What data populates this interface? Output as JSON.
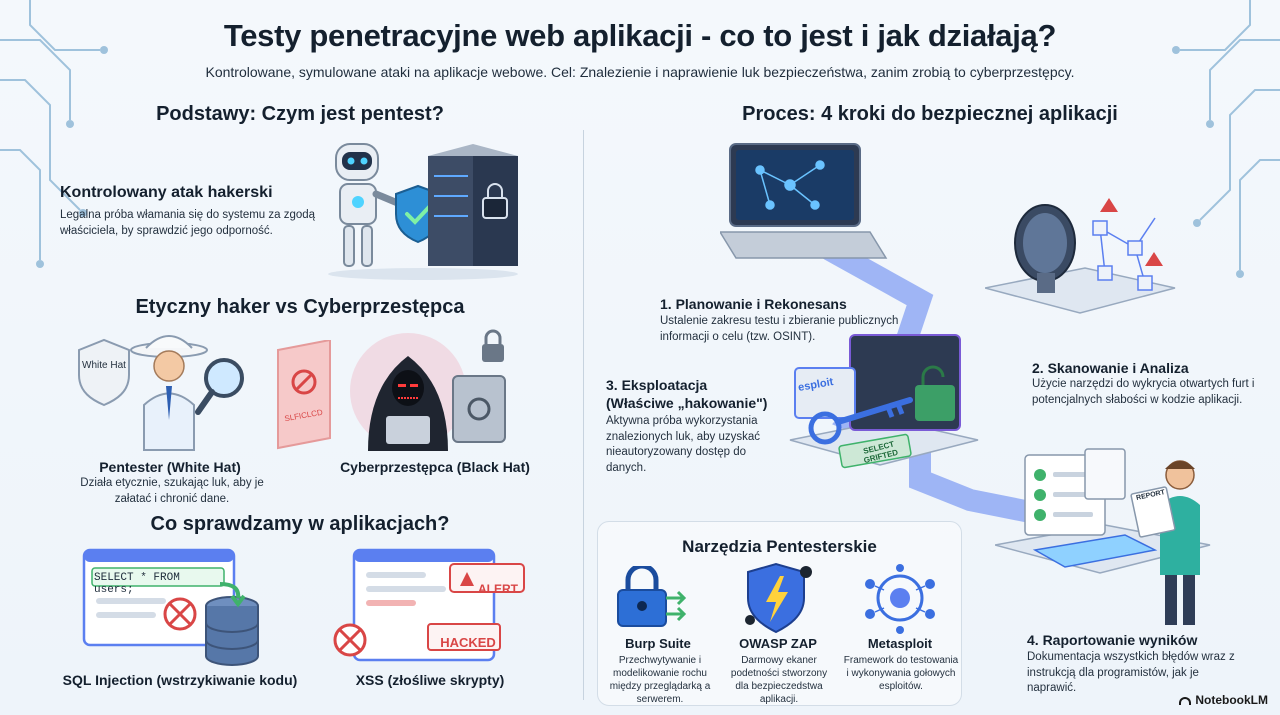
{
  "header": {
    "title": "Testy penetracyjne web aplikacji - co to jest i jak działają?",
    "subtitle": "Kontrolowane, symulowane ataki na aplikacje webowe. Cel: Znalezienie i naprawienie luk bezpieczeństwa, zanim zrobią to cyberprzestępcy."
  },
  "left": {
    "basics_heading": "Podstawy: Czym jest pentest?",
    "attack": {
      "title": "Kontrolowany atak hakerski",
      "desc": "Legalna próba włamania się do systemu za zgodą właściciela, by sprawdzić jego odporność."
    },
    "versus_heading": "Etyczny haker vs Cyberprzestępca",
    "whitehat": {
      "badge": "White Hat",
      "title": "Pentester (White Hat)",
      "desc": "Działa etycznie, szukając luk, aby je załatać i chronić dane."
    },
    "blackhat": {
      "title": "Cyberprzestępca (Black Hat)"
    },
    "forbidden_label": "SLFICLCD",
    "check_heading": "Co sprawdzamy w aplikacjach?",
    "sql": {
      "code": "SELECT * FROM users;",
      "label": "SQL Injection (wstrzykiwanie kodu)"
    },
    "xss": {
      "alert": "ALERT",
      "hacked": "HACKED",
      "label": "XSS (złośliwe skrypty)"
    }
  },
  "right": {
    "process_heading": "Proces: 4 kroki do bezpiecznej aplikacji",
    "steps": [
      {
        "title": "1. Planowanie i Rekonesans",
        "desc": "Ustalenie zakresu testu i zbieranie publicznych informacji o celu (tzw. OSINT)."
      },
      {
        "title": "2. Skanowanie i Analiza",
        "desc": "Użycie narzędzi do wykrycia otwartych furt i potencjalnych słabości w kodzie aplikacji."
      },
      {
        "title": "3. Eksploatacja (Właściwe „hakowanie\")",
        "title_line1": "3. Eksploatacja",
        "title_line2": "(Właściwe „hakowanie\")",
        "desc": "Aktywna próba wykorzystania znalezionych luk, aby uzyskać nieautoryzowany dostęp do danych."
      },
      {
        "title": "4. Raportowanie wyników",
        "desc": "Dokumentacja wszystkich błędów wraz z instrukcją dla programistów, jak je naprawić."
      }
    ],
    "exploit_screen": "esploit",
    "select_badge": "SELECT GRIFTED",
    "report_badge": "REPORT"
  },
  "tools": {
    "heading": "Narzędzia Pentesterskie",
    "items": [
      {
        "name": "Burp Suite",
        "desc": "Przechwytywanie i modelikowanie rochu między przeglądarką a serwerem."
      },
      {
        "name": "OWASP ZAP",
        "desc": "Darmowy ekaner podetności stworzony dla bezpieczedstwa aplikacji."
      },
      {
        "name": "Metasploit",
        "desc": "Framework do testowania i wykonywania gołowych esploitów."
      }
    ]
  },
  "footer": {
    "brand": "NotebookLM"
  },
  "colors": {
    "accent_blue": "#3b6fe0",
    "path_blue": "#5b7ff0",
    "danger_red": "#d94646",
    "shield_green": "#3fb26b"
  }
}
